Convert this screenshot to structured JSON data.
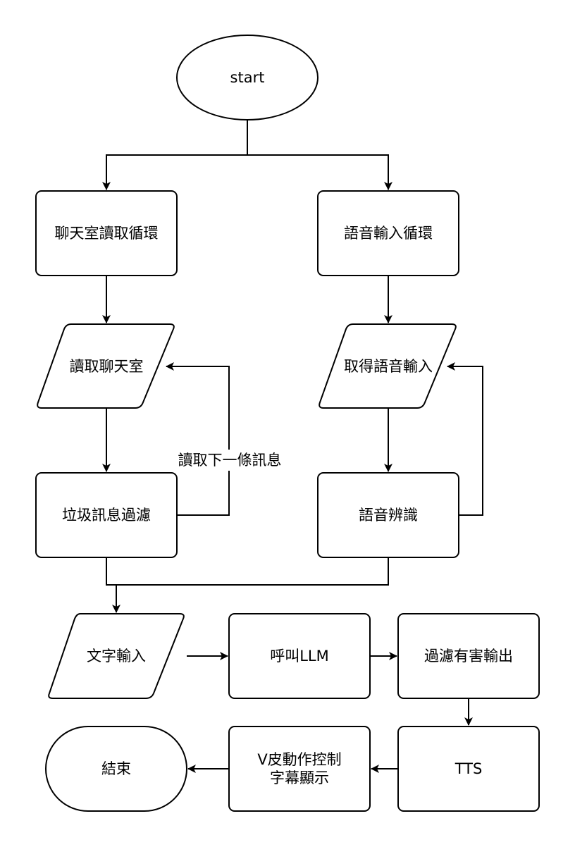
{
  "nodes": {
    "start": "start",
    "chat_loop": "聊天室讀取循環",
    "voice_loop": "語音輸入循環",
    "read_chat": "讀取聊天室",
    "get_voice": "取得語音輸入",
    "spam_filter": "垃圾訊息過濾",
    "speech_recognition": "語音辨識",
    "text_input": "文字輸入",
    "call_llm": "呼叫LLM",
    "filter_output": "過濾有害輸出",
    "tts": "TTS",
    "vtuber_line1": "V皮動作控制",
    "vtuber_line2": "字幕顯示",
    "end": "結束"
  },
  "edge_labels": {
    "read_next": "讀取下一條訊息"
  }
}
